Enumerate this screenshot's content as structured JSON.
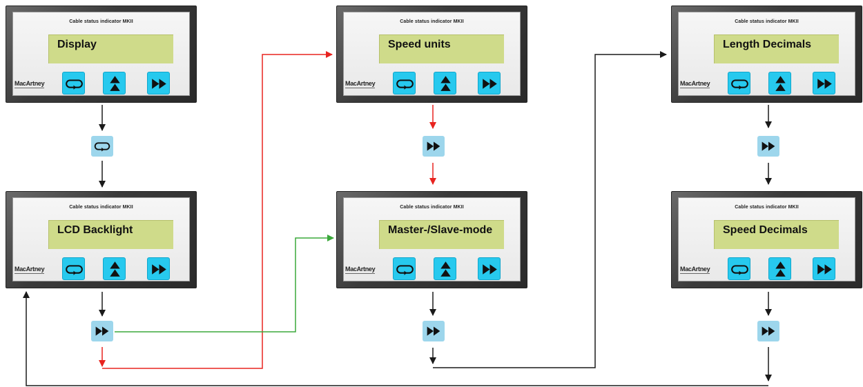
{
  "device": {
    "title": "Cable status indicator MKII",
    "brand": "MacArtney"
  },
  "panels": [
    {
      "lcd": "Display"
    },
    {
      "lcd": "LCD Backlight"
    },
    {
      "lcd": "Speed units"
    },
    {
      "lcd": "Master-/Slave-mode"
    },
    {
      "lcd": "Length Decimals"
    },
    {
      "lcd": "Speed Decimals"
    }
  ],
  "buttons": {
    "enter_icon": "loop-return-icon",
    "up_icon": "double-up-arrow-icon",
    "next_icon": "fast-forward-icon"
  },
  "colors": {
    "black_path": "#1a1a1a",
    "red_path": "#e8231f",
    "green_path": "#3aa83a",
    "device_button": "#27c9ee",
    "flow_button": "#9dd6ec",
    "lcd": "#cfdb8a"
  }
}
